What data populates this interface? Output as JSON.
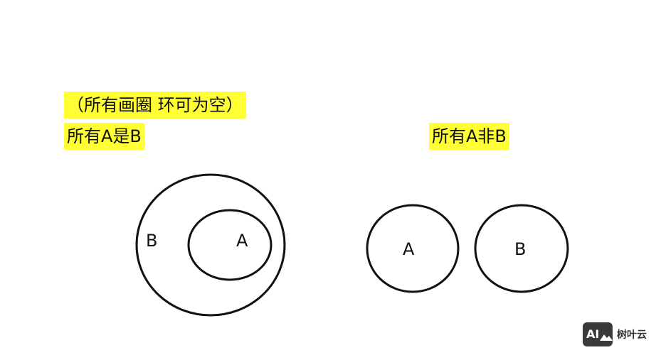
{
  "labels": {
    "note": "（所有画圈 环可为空）",
    "left_title": "所有A是B",
    "right_title": "所有A非B"
  },
  "left_diagram": {
    "outer_label": "B",
    "inner_label": "A"
  },
  "right_diagram": {
    "left_label": "A",
    "right_label": "B"
  },
  "watermark": {
    "logo_letters": "AI",
    "name": "树叶云"
  },
  "colors": {
    "highlight": "#ffff33",
    "stroke": "#111111",
    "logo_bg": "#3a3a3a"
  }
}
